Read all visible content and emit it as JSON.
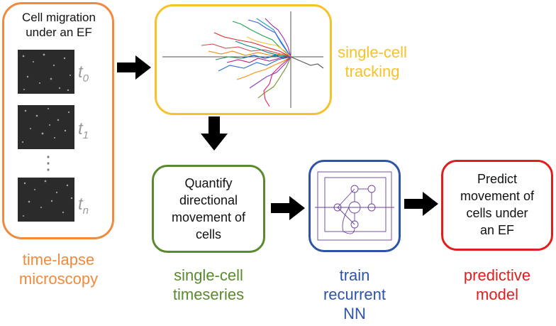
{
  "colors": {
    "orange": "#f08a3c",
    "yellow": "#f5c22b",
    "green": "#5a8a2e",
    "blue": "#2e53a8",
    "red": "#e01e1e",
    "arrow": "#000000",
    "time_label": "#9a9a9a"
  },
  "microscopy": {
    "title_line1": "Cell migration",
    "title_line2": "under an EF",
    "frames": [
      {
        "base": "t",
        "sub": "0"
      },
      {
        "base": "t",
        "sub": "1"
      },
      {
        "base": "t",
        "sub": "n"
      }
    ],
    "ellipsis": "⋮",
    "caption_line1": "time-lapse",
    "caption_line2": "microscopy"
  },
  "tracking": {
    "caption_line1": "single-cell",
    "caption_line2": "tracking"
  },
  "quantify": {
    "text_line1": "Quantify",
    "text_line2": "directional",
    "text_line3": "movement of",
    "text_line4": "cells",
    "caption_line1": "single-cell",
    "caption_line2": "timeseries"
  },
  "rnn": {
    "caption_line1": "train",
    "caption_line2": "recurrent",
    "caption_line3": "NN"
  },
  "predict": {
    "text_line1": "Predict",
    "text_line2": "movement of",
    "text_line3": "cells under",
    "text_line4": "an EF",
    "caption_line1": "predictive",
    "caption_line2": "model"
  }
}
